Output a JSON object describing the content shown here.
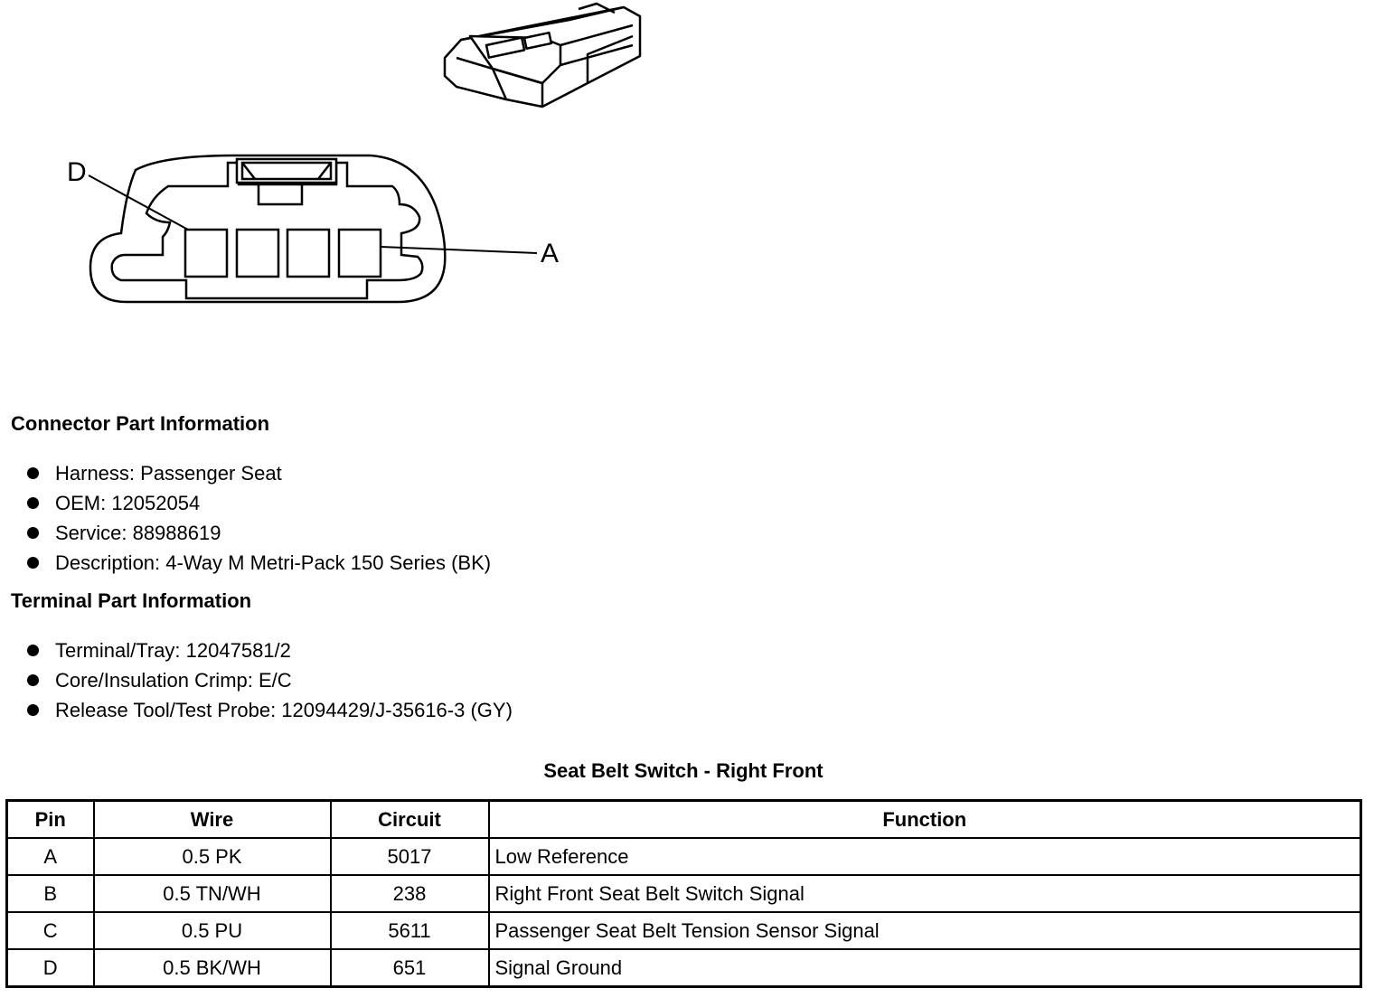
{
  "diagram": {
    "pin_label_d": "D",
    "pin_label_a": "A"
  },
  "connector_info": {
    "heading": "Connector Part Information",
    "items": [
      "Harness: Passenger Seat",
      "OEM: 12052054",
      "Service: 88988619",
      "Description: 4-Way M Metri-Pack 150 Series (BK)"
    ]
  },
  "terminal_info": {
    "heading": "Terminal Part Information",
    "items": [
      "Terminal/Tray: 12047581/2",
      "Core/Insulation Crimp: E/C",
      "Release Tool/Test Probe: 12094429/J-35616-3 (GY)"
    ]
  },
  "table": {
    "title": "Seat Belt Switch - Right Front",
    "headers": [
      "Pin",
      "Wire",
      "Circuit",
      "Function"
    ],
    "rows": [
      [
        "A",
        "0.5 PK",
        "5017",
        "Low Reference"
      ],
      [
        "B",
        "0.5 TN/WH",
        "238",
        "Right Front Seat Belt Switch Signal"
      ],
      [
        "C",
        "0.5 PU",
        "5611",
        "Passenger Seat Belt Tension Sensor Signal"
      ],
      [
        "D",
        "0.5 BK/WH",
        "651",
        "Signal Ground"
      ]
    ]
  }
}
